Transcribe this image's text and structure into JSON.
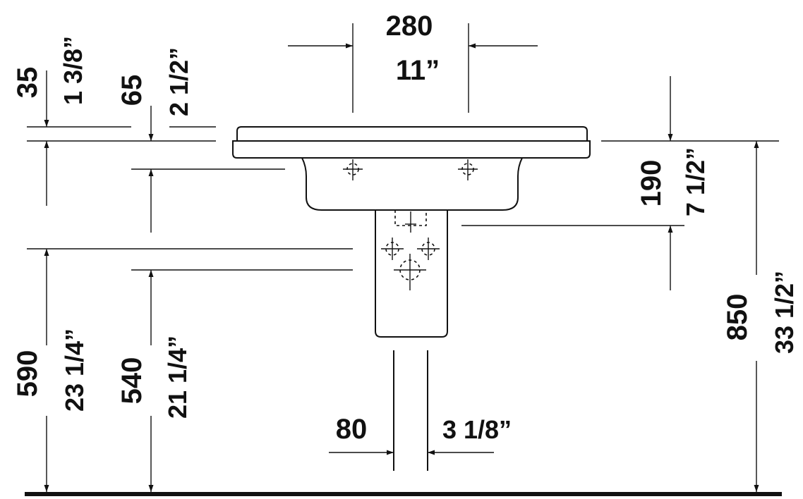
{
  "dimensions": {
    "width_top_mm": "280",
    "width_top_in": "11”",
    "rim_thickness_mm": "35",
    "rim_thickness_in": "1 3/8”",
    "rim_to_line_mm": "65",
    "rim_to_line_in": "2 1/2”",
    "bowl_depth_mm": "190",
    "bowl_depth_in": "7 1/2”",
    "height_590_mm": "590",
    "height_590_in": "23 1/4”",
    "height_540_mm": "540",
    "height_540_in": "21 1/4”",
    "height_850_mm": "850",
    "height_850_in": "33 1/2”",
    "pipe_width_mm": "80",
    "pipe_width_in": "3 1/8”"
  }
}
